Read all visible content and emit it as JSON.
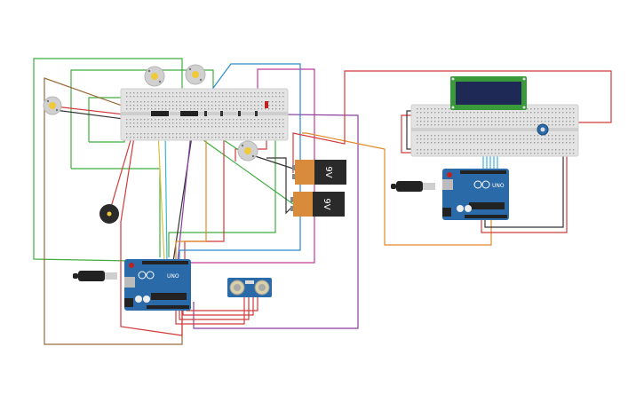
{
  "components": {
    "battery_label_1": "9V",
    "battery_label_2": "9V",
    "arduino_label_1": "UNO",
    "arduino_label_2": "UNO"
  },
  "colors": {
    "background": "#ffffff",
    "breadboard": "#e3e3e3",
    "arduino": "#2b6aa8",
    "lcd_board": "#3a9a3a",
    "lcd_screen": "#1e2a55",
    "battery_top": "#d98b3c",
    "battery_body": "#2a2a2a",
    "motor": "#d0d0d0",
    "motor_center": "#f0c93a",
    "wire_red": "#d23b3b",
    "wire_green": "#3fae3f",
    "wire_orange": "#e08a2a",
    "wire_purple": "#8a3fa0",
    "wire_blue": "#2a8acb",
    "wire_brown": "#9a6a3a",
    "wire_magenta": "#c23a9a",
    "wire_black": "#333333",
    "wire_cyan": "#3ab4d8",
    "wire_yellow": "#d8c23a"
  },
  "icons": [
    "dc-motor-icon",
    "buzzer-icon",
    "ultrasonic-sensor-icon",
    "usb-plug-icon",
    "potentiometer-icon"
  ]
}
